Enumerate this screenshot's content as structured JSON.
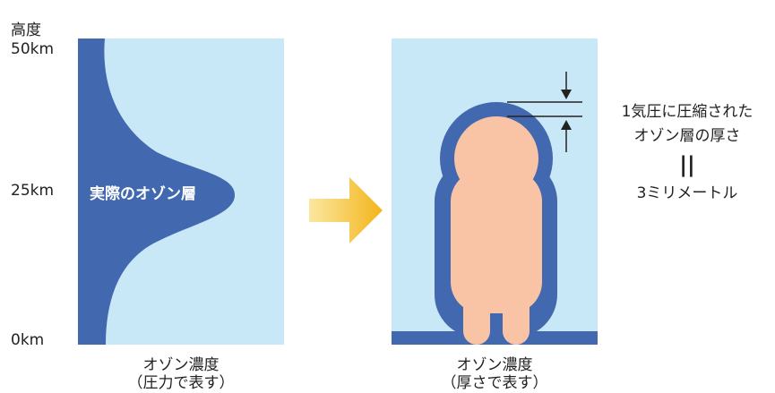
{
  "axis": {
    "title": "高度",
    "ticks": [
      "50km",
      "25km",
      "0km"
    ]
  },
  "left_panel": {
    "label": "実際のオゾン層",
    "caption_line1": "オゾン濃度",
    "caption_line2": "（圧力で表す）"
  },
  "right_panel": {
    "caption_line1": "オゾン濃度",
    "caption_line2": "（厚さで表す）"
  },
  "annotation": {
    "line1": "1気圧に圧縮された",
    "line2": "オゾン層の厚さ",
    "equals": "||",
    "line3": "3ミリメートル"
  },
  "colors": {
    "sky": "#c8e8f7",
    "ozone": "#4268b0",
    "person": "#f9c3a6",
    "arrow_start": "#fbe7a1",
    "arrow_end": "#f3b51a"
  }
}
